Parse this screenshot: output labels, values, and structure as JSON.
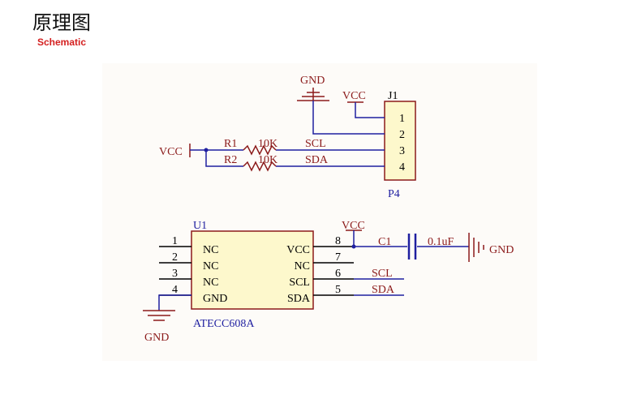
{
  "header": {
    "title": "原理图",
    "subtitle": "Schematic"
  },
  "colors": {
    "wire": "#1f1fa0",
    "symbol": "#8b1a1a",
    "pin": "#000000",
    "chip_fill": "#fdf8cc",
    "sheet_bg": "#fdfbf8"
  },
  "connector": {
    "designator": "J1",
    "footprint": "P4",
    "pins": [
      "1",
      "2",
      "3",
      "4"
    ]
  },
  "power": {
    "gnd_top": "GND",
    "vcc_j1": "VCC",
    "vcc_left": "VCC",
    "vcc_u1": "VCC",
    "gnd_c1": "GND",
    "gnd_u1": "GND"
  },
  "resistors": [
    {
      "ref": "R1",
      "value": "10K",
      "net": "SCL"
    },
    {
      "ref": "R2",
      "value": "10K",
      "net": "SDA"
    }
  ],
  "chip": {
    "designator": "U1",
    "name": "ATECC608A",
    "left_pins": [
      {
        "num": "1",
        "name": "NC"
      },
      {
        "num": "2",
        "name": "NC"
      },
      {
        "num": "3",
        "name": "NC"
      },
      {
        "num": "4",
        "name": "GND"
      }
    ],
    "right_pins": [
      {
        "num": "8",
        "name": "VCC"
      },
      {
        "num": "7",
        "name": "NC"
      },
      {
        "num": "6",
        "name": "SCL"
      },
      {
        "num": "5",
        "name": "SDA"
      }
    ]
  },
  "capacitor": {
    "ref": "C1",
    "value": "0.1uF"
  },
  "net_labels": {
    "scl": "SCL",
    "sda": "SDA"
  }
}
